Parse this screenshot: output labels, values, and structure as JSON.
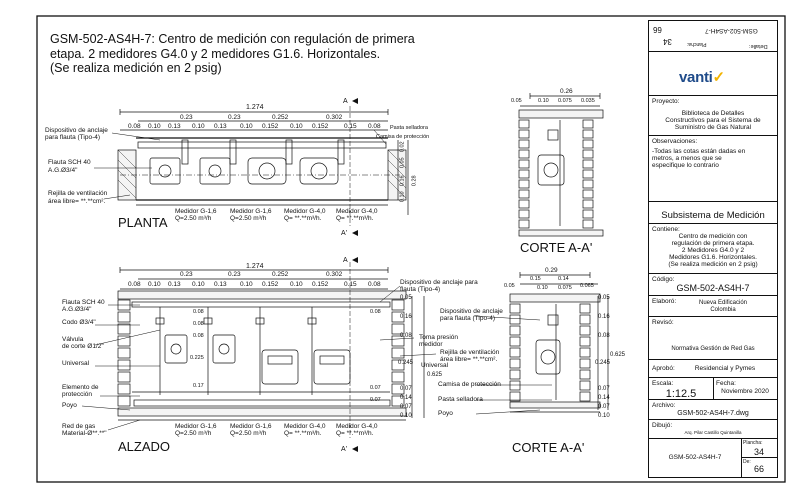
{
  "title": {
    "line1": "GSM-502-AS4H-7: Centro de medición con regulación de primera",
    "line2": "etapa.  2 medidores G4.0 y 2 medidores G1.6. Horizontales.",
    "line3": "(Se realiza medición en 2 psig)"
  },
  "views": {
    "planta": "PLANTA",
    "alzado": "ALZADO",
    "corte1": "CORTE A-A'",
    "corte2": "CORTE A-A'",
    "section_mark_a": "A",
    "section_mark_a_prime": "A'"
  },
  "planta": {
    "total_width": "1.274",
    "dims_row1": [
      "0.23",
      "0.23",
      "0.252",
      "0.302"
    ],
    "dims_row2": [
      "0.08",
      "0.10",
      "0.13",
      "0.10",
      "0.13",
      "0.10",
      "0.152",
      "0.10",
      "0.152",
      "0.15",
      "0.08"
    ],
    "right_dims": [
      "0.02",
      "0.05",
      "0.16",
      "0.10",
      "0.28"
    ],
    "labels": {
      "anclaje": "Dispositivo de anclaje para flauta (Tipo-4)",
      "pasta": "Pasta selladora",
      "camisa": "Camisa de protección",
      "flauta": "Flauta SCH 40",
      "ag": "A.G.Ø3/4\"",
      "rejilla": "Rejilla de ventilación",
      "area": "área libre=  **.**cm²."
    },
    "meters": [
      {
        "name": "Medidor G-1,6",
        "q": "Q=2.50 m³/h"
      },
      {
        "name": "Medidor G-1,6",
        "q": "Q=2.50 m³/h"
      },
      {
        "name": "Medidor G-4,0",
        "q": "Q= **.**m³/h."
      },
      {
        "name": "Medidor G-4,0",
        "q": "Q= **.**m³/h."
      }
    ]
  },
  "alzado": {
    "total_width": "1.274",
    "dims_row1": [
      "0.23",
      "0.23",
      "0.252",
      "0.302"
    ],
    "dims_row2": [
      "0.08",
      "0.10",
      "0.13",
      "0.10",
      "0.13",
      "0.10",
      "0.152",
      "0.10",
      "0.152",
      "0.15",
      "0.08"
    ],
    "right_dims": [
      "0.05",
      "0.16",
      "0.08",
      "0.245",
      "0.07",
      "0.14",
      "0.07",
      "0.10"
    ],
    "right_total": "0.625",
    "inner_dims": [
      "0.08",
      "0.08",
      "0.08",
      "0.225",
      "0.17",
      "0.07",
      "0.07",
      "0.08"
    ],
    "labels": {
      "flauta": "Flauta SCH 40",
      "ag": "A.G.Ø3/4\"",
      "codo": "Codo Ø3/4\"",
      "valvula1": "Válvula",
      "valvula2": "de corte Ø1/2\"",
      "universal": "Universal",
      "elemento1": "Elemento de",
      "elemento2": "protección",
      "poyo": "Poyo",
      "red1": "Red de gas",
      "red2": "Material-Ø**.**\"",
      "anclaje": "Dispositivo de anclaje para flauta (Tipo-4)",
      "toma1": "Toma presión",
      "toma2": "medidor",
      "rejilla": "Rejilla de ventilación",
      "area": "área libre=  **.**cm²."
    },
    "meters": [
      {
        "name": "Medidor G-1,6",
        "q": "Q=2.50 m³/h"
      },
      {
        "name": "Medidor G-1,6",
        "q": "Q=2.50 m³/h"
      },
      {
        "name": "Medidor G-4,0",
        "q": "Q= **.**m³/h."
      },
      {
        "name": "Medidor G-4,0",
        "q": "Q= **.**m³/h."
      }
    ]
  },
  "corte1": {
    "top_total": "0.26",
    "top_dims": [
      "0.05",
      "0.10",
      "0.075",
      "0.035"
    ]
  },
  "corte2": {
    "top_total": "0.29",
    "top_dims": [
      "0.05",
      "0.15",
      "0.14",
      "0.065"
    ],
    "top_dims2": [
      "0.10",
      "0.075"
    ],
    "right_dims": [
      "0.05",
      "0.16",
      "0.08",
      "0.245",
      "0.07",
      "0.14",
      "0.07",
      "0.10"
    ],
    "right_total": "0.625",
    "labels": {
      "anclaje": "Dispositivo de anclaje",
      "anclaje2": "para flauta (Tipo-4)",
      "universal": "Universal",
      "camisa": "Camisa de protección",
      "pasta": "Pasta selladora",
      "poyo": "Poyo"
    }
  },
  "titleblock": {
    "flipped_code": "GSM-502-AS4H-7",
    "flipped_detalle": "Detalle:",
    "flipped_plancha": "Plancha:",
    "flipped_num1": "34",
    "flipped_num2": "66",
    "logo_text": "vanti",
    "proyecto_label": "Proyecto:",
    "proyecto": [
      "Biblioteca de Detalles",
      "Constructivos para el Sistema de",
      "Suministro de Gas Natural"
    ],
    "obs_label": "Observaciones:",
    "obs": [
      "-Todas las cotas están dadas en",
      "metros, a menos que se",
      "especifique lo contrario"
    ],
    "subsistema": "Subsistema de Medición",
    "contiene_label": "Contiene:",
    "contiene": [
      "Centro de medición con",
      "regulación de primera etapa.",
      "2 Medidores G4.0 y 2",
      "Medidores G1.6. Horizontales.",
      "(Se realiza medición en 2 psig)"
    ],
    "codigo_label": "Código:",
    "codigo": "GSM-502-AS4H-7",
    "elaboro_label": "Elaboró:",
    "elaboro": [
      "Nueva Edificación",
      "Colombia"
    ],
    "reviso_label": "Revisó:",
    "reviso": "Normativa Gestión de Red Gas",
    "aprobo_label": "Aprobó:",
    "aprobo": "Residencial y Pymes",
    "escala_label": "Escala:",
    "escala": "1:12.5",
    "fecha_label": "Fecha:",
    "fecha": "Noviembre 2020",
    "archivo_label": "Archivo:",
    "archivo": "GSM-502-AS4H-7.dwg",
    "dibujo_label": "Dibujó:",
    "dibujo": "Arq. Pilar Castillo Quintanilla",
    "plancha_label": "Plancha:",
    "plancha": "34",
    "de_label": "De:",
    "total": "66",
    "code_bottom": "GSM-502-AS4H-7"
  }
}
